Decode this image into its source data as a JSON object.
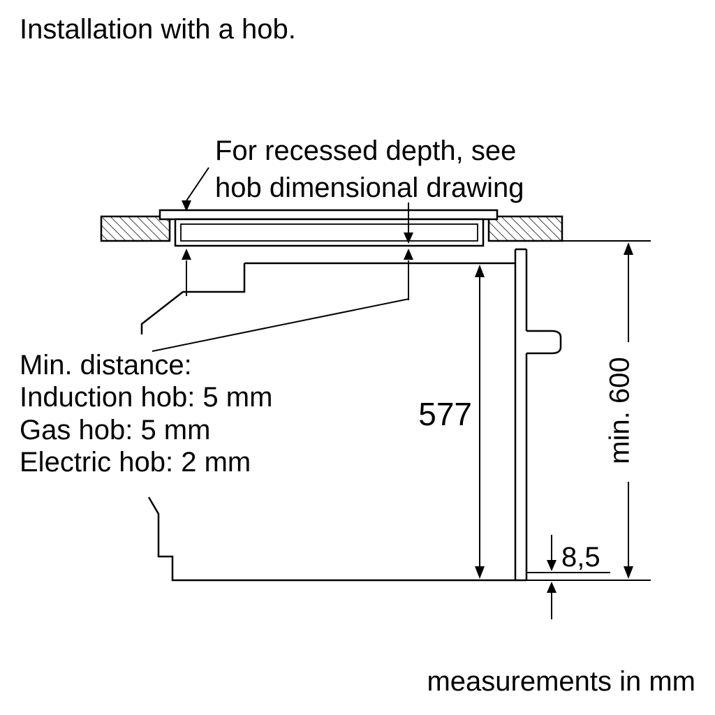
{
  "title": "Installation with a hob.",
  "note_recess": {
    "line1": "For recessed depth, see",
    "line2": "hob dimensional drawing"
  },
  "note_min_distance": {
    "heading": "Min. distance:",
    "induction": "Induction hob: 5 mm",
    "gas": "Gas hob: 5 mm",
    "electric": "Electric hob: 2 mm"
  },
  "dimensions": {
    "niche_height": "577",
    "bottom_gap": "8,5",
    "min_clearance": "min. 600"
  },
  "footer": "measurements in mm",
  "colors": {
    "line": "#000000",
    "background": "#ffffff"
  }
}
